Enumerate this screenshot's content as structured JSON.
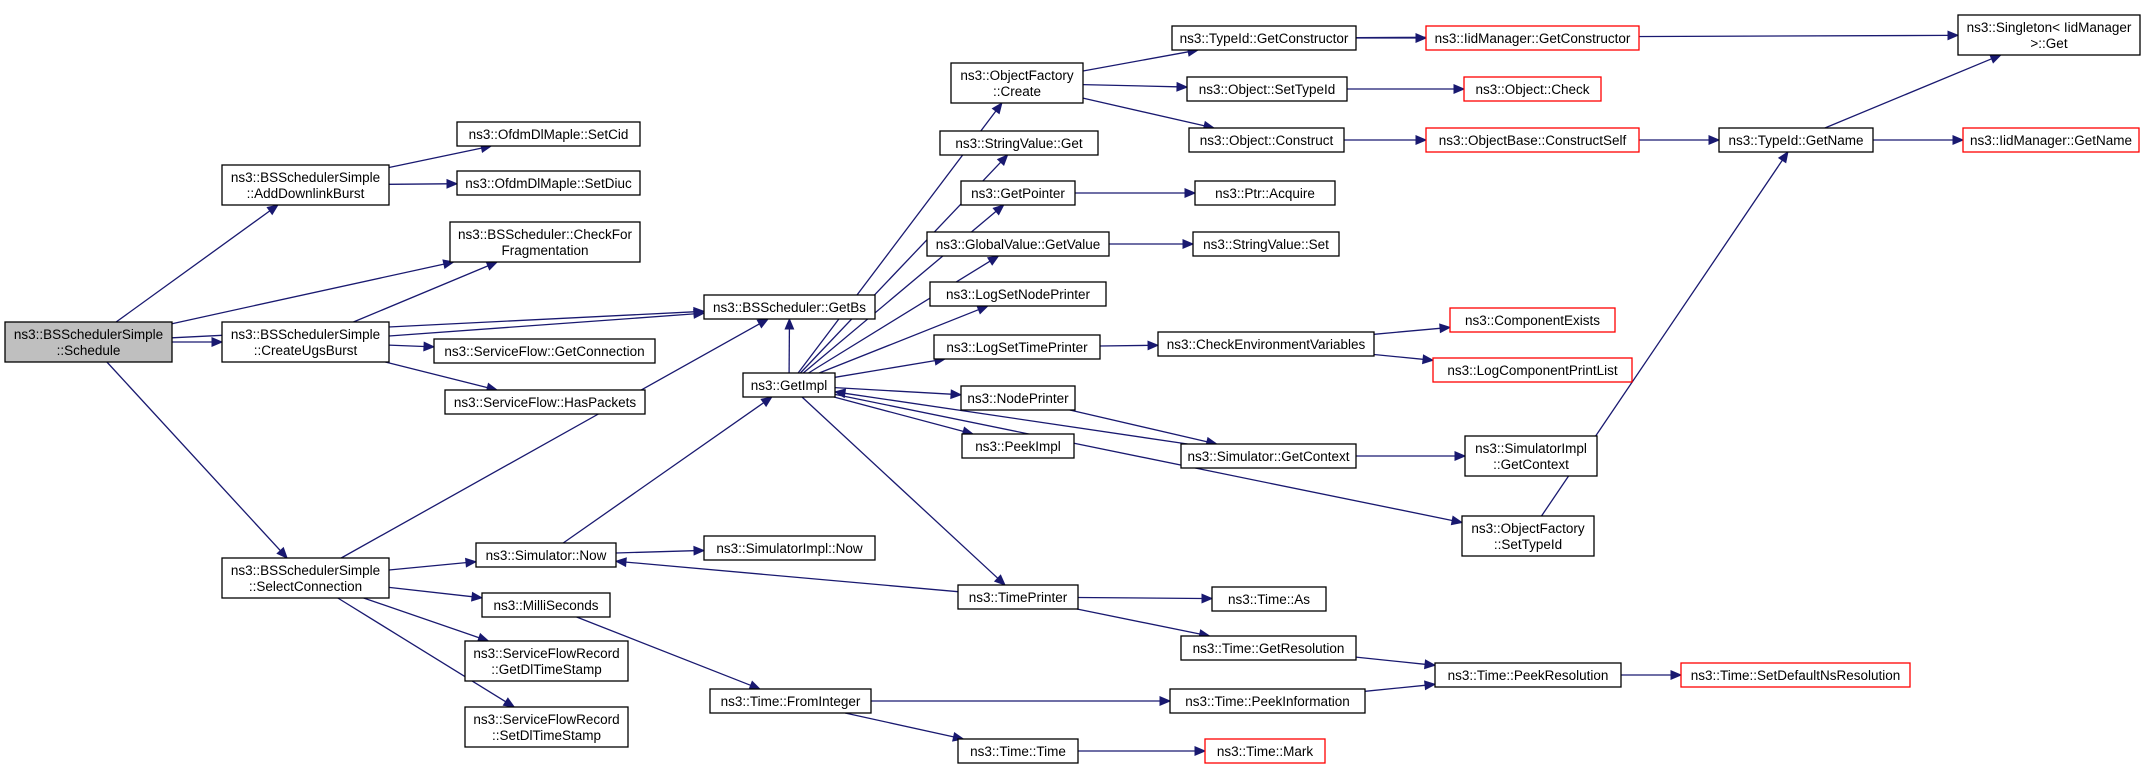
{
  "colors": {
    "edge": "#191970",
    "border": "#000000",
    "missing_border": "#ff0000",
    "root_fill": "#bfbfbf"
  },
  "nodes": {
    "schedule": {
      "lines": [
        "ns3::BSSchedulerSimple",
        "::Schedule"
      ],
      "style": "root"
    },
    "addDownlinkBurst": {
      "lines": [
        "ns3::BSSchedulerSimple",
        "::AddDownlinkBurst"
      ],
      "style": "plain"
    },
    "createUgsBurst": {
      "lines": [
        "ns3::BSSchedulerSimple",
        "::CreateUgsBurst"
      ],
      "style": "plain"
    },
    "selectConnection": {
      "lines": [
        "ns3::BSSchedulerSimple",
        "::SelectConnection"
      ],
      "style": "plain"
    },
    "setCid": {
      "lines": [
        "ns3::OfdmDlMaple::SetCid"
      ],
      "style": "plain"
    },
    "setDiuc": {
      "lines": [
        "ns3::OfdmDlMaple::SetDiuc"
      ],
      "style": "plain"
    },
    "checkForFrag": {
      "lines": [
        "ns3::BSScheduler::CheckFor",
        "Fragmentation"
      ],
      "style": "plain"
    },
    "getBs": {
      "lines": [
        "ns3::BSScheduler::GetBs"
      ],
      "style": "plain"
    },
    "getConnection": {
      "lines": [
        "ns3::ServiceFlow::GetConnection"
      ],
      "style": "plain"
    },
    "hasPackets": {
      "lines": [
        "ns3::ServiceFlow::HasPackets"
      ],
      "style": "plain"
    },
    "simNow": {
      "lines": [
        "ns3::Simulator::Now"
      ],
      "style": "plain"
    },
    "milliSeconds": {
      "lines": [
        "ns3::MilliSeconds"
      ],
      "style": "plain"
    },
    "getDlTimeStamp": {
      "lines": [
        "ns3::ServiceFlowRecord",
        "::GetDlTimeStamp"
      ],
      "style": "plain"
    },
    "setDlTimeStamp": {
      "lines": [
        "ns3::ServiceFlowRecord",
        "::SetDlTimeStamp"
      ],
      "style": "plain"
    },
    "getImpl": {
      "lines": [
        "ns3::GetImpl"
      ],
      "style": "plain"
    },
    "simImplNow": {
      "lines": [
        "ns3::SimulatorImpl::Now"
      ],
      "style": "plain"
    },
    "fromInteger": {
      "lines": [
        "ns3::Time::FromInteger"
      ],
      "style": "plain"
    },
    "objFactoryCreate": {
      "lines": [
        "ns3::ObjectFactory",
        "::Create"
      ],
      "style": "plain"
    },
    "stringValueGet": {
      "lines": [
        "ns3::StringValue::Get"
      ],
      "style": "plain"
    },
    "getPointer": {
      "lines": [
        "ns3::GetPointer"
      ],
      "style": "plain"
    },
    "globalValueGetValue": {
      "lines": [
        "ns3::GlobalValue::GetValue"
      ],
      "style": "plain"
    },
    "logSetNodePrinter": {
      "lines": [
        "ns3::LogSetNodePrinter"
      ],
      "style": "plain"
    },
    "logSetTimePrinter": {
      "lines": [
        "ns3::LogSetTimePrinter"
      ],
      "style": "plain"
    },
    "nodePrinter": {
      "lines": [
        "ns3::NodePrinter"
      ],
      "style": "plain"
    },
    "peekImpl": {
      "lines": [
        "ns3::PeekImpl"
      ],
      "style": "plain"
    },
    "timePrinter": {
      "lines": [
        "ns3::TimePrinter"
      ],
      "style": "plain"
    },
    "timeTime": {
      "lines": [
        "ns3::Time::Time"
      ],
      "style": "plain"
    },
    "typeIdGetConstructor": {
      "lines": [
        "ns3::TypeId::GetConstructor"
      ],
      "style": "plain"
    },
    "objectSetTypeId": {
      "lines": [
        "ns3::Object::SetTypeId"
      ],
      "style": "plain"
    },
    "objectConstruct": {
      "lines": [
        "ns3::Object::Construct"
      ],
      "style": "plain"
    },
    "ptrAcquire": {
      "lines": [
        "ns3::Ptr::Acquire"
      ],
      "style": "plain"
    },
    "stringValueSet": {
      "lines": [
        "ns3::StringValue::Set"
      ],
      "style": "plain"
    },
    "checkEnvVars": {
      "lines": [
        "ns3::CheckEnvironmentVariables"
      ],
      "style": "plain"
    },
    "simGetContext": {
      "lines": [
        "ns3::Simulator::GetContext"
      ],
      "style": "plain"
    },
    "timeAs": {
      "lines": [
        "ns3::Time::As"
      ],
      "style": "plain"
    },
    "timeGetResolution": {
      "lines": [
        "ns3::Time::GetResolution"
      ],
      "style": "plain"
    },
    "timePeekInformation": {
      "lines": [
        "ns3::Time::PeekInformation"
      ],
      "style": "plain"
    },
    "timeMark": {
      "lines": [
        "ns3::Time::Mark"
      ],
      "style": "red"
    },
    "iidGetConstructor": {
      "lines": [
        "ns3::IidManager::GetConstructor"
      ],
      "style": "red"
    },
    "objectCheck": {
      "lines": [
        "ns3::Object::Check"
      ],
      "style": "red"
    },
    "objectBaseConstructSelf": {
      "lines": [
        "ns3::ObjectBase::ConstructSelf"
      ],
      "style": "red"
    },
    "componentExists": {
      "lines": [
        "ns3::ComponentExists"
      ],
      "style": "red"
    },
    "logComponentPrintList": {
      "lines": [
        "ns3::LogComponentPrintList"
      ],
      "style": "red"
    },
    "simImplGetContext": {
      "lines": [
        "ns3::SimulatorImpl",
        "::GetContext"
      ],
      "style": "plain"
    },
    "objFactorySetTypeId": {
      "lines": [
        "ns3::ObjectFactory",
        "::SetTypeId"
      ],
      "style": "plain"
    },
    "timePeekResolution": {
      "lines": [
        "ns3::Time::PeekResolution"
      ],
      "style": "plain"
    },
    "singletonGet": {
      "lines": [
        "ns3::Singleton< IidManager",
        " >::Get"
      ],
      "style": "plain"
    },
    "typeIdGetName": {
      "lines": [
        "ns3::TypeId::GetName"
      ],
      "style": "plain"
    },
    "iidGetName": {
      "lines": [
        "ns3::IidManager::GetName"
      ],
      "style": "red"
    },
    "setDefaultNsResolution": {
      "lines": [
        "ns3::Time::SetDefaultNsResolution"
      ],
      "style": "red"
    }
  },
  "edges": [
    [
      "schedule",
      "addDownlinkBurst"
    ],
    [
      "schedule",
      "checkForFrag"
    ],
    [
      "schedule",
      "createUgsBurst"
    ],
    [
      "schedule",
      "getBs"
    ],
    [
      "schedule",
      "selectConnection"
    ],
    [
      "addDownlinkBurst",
      "setCid"
    ],
    [
      "addDownlinkBurst",
      "setDiuc"
    ],
    [
      "createUgsBurst",
      "checkForFrag"
    ],
    [
      "createUgsBurst",
      "getBs"
    ],
    [
      "createUgsBurst",
      "getConnection"
    ],
    [
      "createUgsBurst",
      "hasPackets"
    ],
    [
      "selectConnection",
      "getBs"
    ],
    [
      "selectConnection",
      "simNow"
    ],
    [
      "selectConnection",
      "milliSeconds"
    ],
    [
      "selectConnection",
      "getDlTimeStamp"
    ],
    [
      "selectConnection",
      "setDlTimeStamp"
    ],
    [
      "getImpl",
      "getBs"
    ],
    [
      "simNow",
      "getImpl"
    ],
    [
      "simNow",
      "simImplNow"
    ],
    [
      "milliSeconds",
      "fromInteger"
    ],
    [
      "getImpl",
      "objFactoryCreate"
    ],
    [
      "getImpl",
      "stringValueGet"
    ],
    [
      "getImpl",
      "getPointer"
    ],
    [
      "getImpl",
      "globalValueGetValue"
    ],
    [
      "getImpl",
      "logSetNodePrinter"
    ],
    [
      "getImpl",
      "logSetTimePrinter"
    ],
    [
      "getImpl",
      "nodePrinter"
    ],
    [
      "getImpl",
      "peekImpl"
    ],
    [
      "getImpl",
      "timePrinter"
    ],
    [
      "getImpl",
      "objFactorySetTypeId"
    ],
    [
      "simGetContext",
      "getImpl"
    ],
    [
      "timePrinter",
      "simNow"
    ],
    [
      "timePrinter",
      "timeAs"
    ],
    [
      "timePrinter",
      "timeGetResolution"
    ],
    [
      "fromInteger",
      "timePeekInformation"
    ],
    [
      "fromInteger",
      "timeTime"
    ],
    [
      "timeTime",
      "timeMark"
    ],
    [
      "objFactoryCreate",
      "typeIdGetConstructor"
    ],
    [
      "objFactoryCreate",
      "objectSetTypeId"
    ],
    [
      "objFactoryCreate",
      "objectConstruct"
    ],
    [
      "getPointer",
      "ptrAcquire"
    ],
    [
      "globalValueGetValue",
      "stringValueSet"
    ],
    [
      "logSetTimePrinter",
      "checkEnvVars"
    ],
    [
      "nodePrinter",
      "simGetContext"
    ],
    [
      "typeIdGetConstructor",
      "iidGetConstructor"
    ],
    [
      "typeIdGetConstructor",
      "singletonGet"
    ],
    [
      "objectSetTypeId",
      "objectCheck"
    ],
    [
      "objectConstruct",
      "objectBaseConstructSelf"
    ],
    [
      "objectBaseConstructSelf",
      "typeIdGetName"
    ],
    [
      "checkEnvVars",
      "componentExists"
    ],
    [
      "checkEnvVars",
      "logComponentPrintList"
    ],
    [
      "simGetContext",
      "simImplGetContext"
    ],
    [
      "timeGetResolution",
      "timePeekResolution"
    ],
    [
      "timePeekInformation",
      "timePeekResolution"
    ],
    [
      "timePeekResolution",
      "setDefaultNsResolution"
    ],
    [
      "objFactorySetTypeId",
      "typeIdGetName"
    ],
    [
      "typeIdGetName",
      "singletonGet"
    ],
    [
      "typeIdGetName",
      "iidGetName"
    ]
  ]
}
